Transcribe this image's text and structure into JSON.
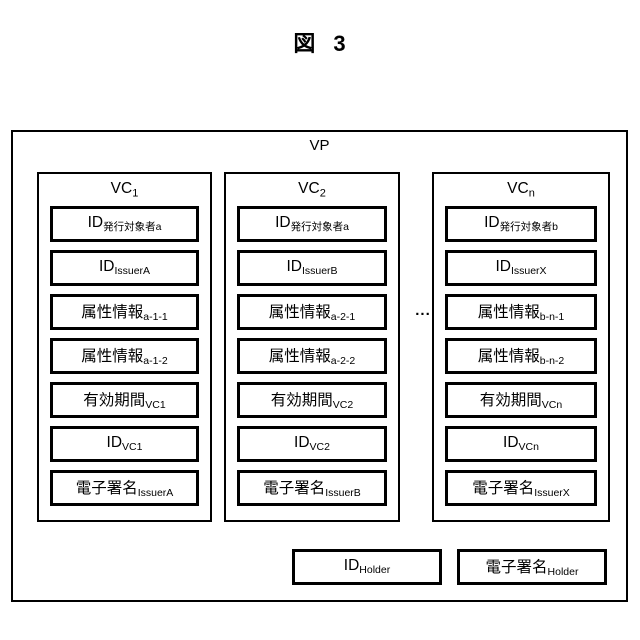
{
  "figure": {
    "title": "図 3"
  },
  "vp": {
    "label": "VP",
    "ellipsis": "...",
    "vcs": [
      {
        "name_base": "VC",
        "name_sub": "1",
        "rows": [
          {
            "base": "ID",
            "sub": "発行対象者a"
          },
          {
            "base": "ID",
            "sub": "IssuerA"
          },
          {
            "base": "属性情報",
            "sub": "a-1-1"
          },
          {
            "base": "属性情報",
            "sub": "a-1-2"
          },
          {
            "base": "有効期間",
            "sub": "VC1"
          },
          {
            "base": "ID",
            "sub": "VC1"
          },
          {
            "base": "電子署名",
            "sub": "IssuerA"
          }
        ]
      },
      {
        "name_base": "VC",
        "name_sub": "2",
        "rows": [
          {
            "base": "ID",
            "sub": "発行対象者a"
          },
          {
            "base": "ID",
            "sub": "IssuerB"
          },
          {
            "base": "属性情報",
            "sub": "a-2-1"
          },
          {
            "base": "属性情報",
            "sub": "a-2-2"
          },
          {
            "base": "有効期間",
            "sub": "VC2"
          },
          {
            "base": "ID",
            "sub": "VC2"
          },
          {
            "base": "電子署名",
            "sub": "IssuerB"
          }
        ]
      },
      {
        "name_base": "VC",
        "name_sub": "n",
        "rows": [
          {
            "base": "ID",
            "sub": "発行対象者b"
          },
          {
            "base": "ID",
            "sub": "IssuerX"
          },
          {
            "base": "属性情報",
            "sub": "b-n-1"
          },
          {
            "base": "属性情報",
            "sub": "b-n-2"
          },
          {
            "base": "有効期間",
            "sub": "VCn"
          },
          {
            "base": "ID",
            "sub": "VCn"
          },
          {
            "base": "電子署名",
            "sub": "IssuerX"
          }
        ]
      }
    ],
    "holder_fields": [
      {
        "base": "ID",
        "sub": "Holder"
      },
      {
        "base": "電子署名",
        "sub": "Holder"
      }
    ]
  },
  "colors": {
    "line": "#000000",
    "background": "#ffffff"
  }
}
